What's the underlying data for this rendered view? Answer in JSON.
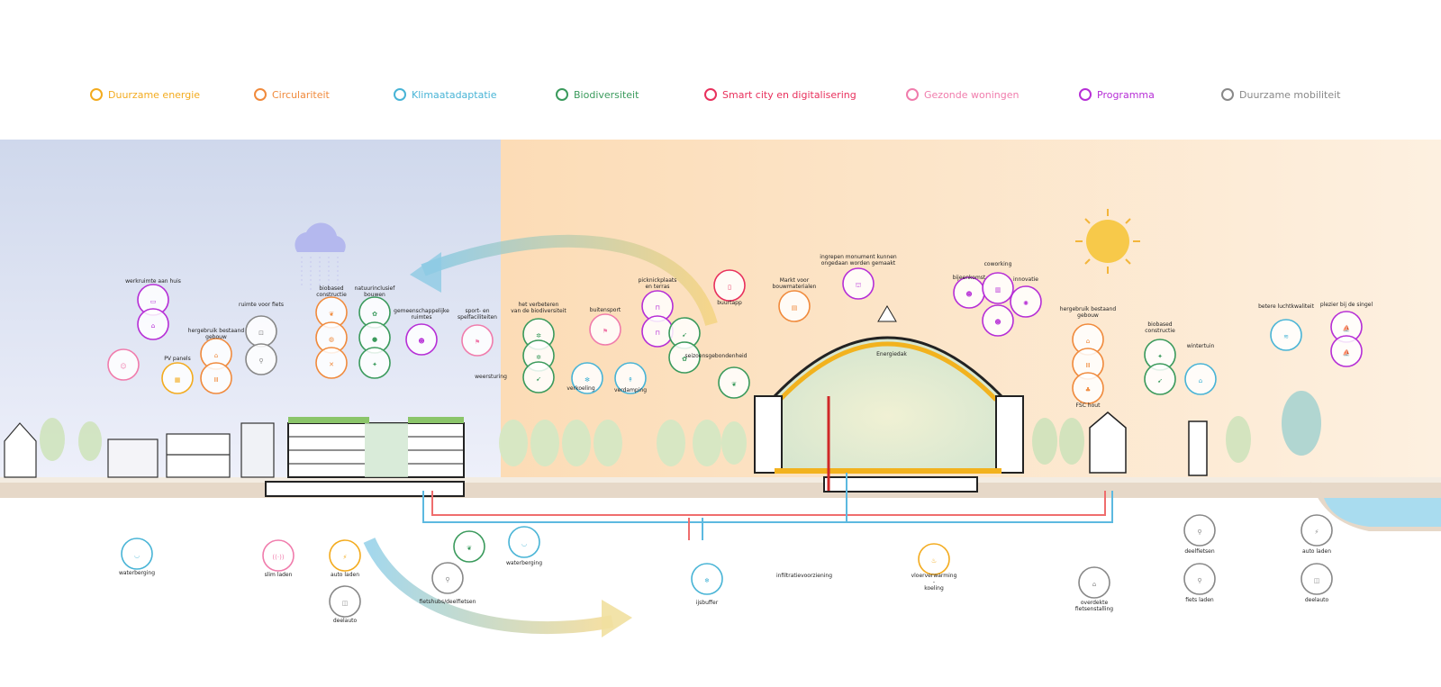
{
  "legend": [
    {
      "label": "Duurzame energie",
      "color": "#f3ab1e"
    },
    {
      "label": "Circulariteit",
      "color": "#f08a3c"
    },
    {
      "label": "Klimaatadaptatie",
      "color": "#48b4d6"
    },
    {
      "label": "Biodiversiteit",
      "color": "#3a9a5c"
    },
    {
      "label": "Smart city en digitalisering",
      "color": "#e8305c"
    },
    {
      "label": "Gezonde woningen",
      "color": "#f07cac"
    },
    {
      "label": "Programma",
      "color": "#b62ed6"
    },
    {
      "label": "Duurzame mobiliteit",
      "color": "#888888"
    }
  ],
  "labels": {
    "werkruimte": "werkruimte aan huis",
    "ruimte_fiets": "ruimte voor fiets",
    "hergebruik_1a": "hergebruik bestaand",
    "hergebruik_1b": "gebouw",
    "pv": "PV panels",
    "biobased_1a": "biobased",
    "biobased_1b": "constructie",
    "natuur_a": "natuurinclusief",
    "natuur_b": "bouwen",
    "gemeensch_a": "gemeenschappelijke",
    "gemeensch_b": "ruimtes",
    "sport_a": "sport- en",
    "sport_b": "spelfaciliteiten",
    "weersturing": "weersturing",
    "biodiv_a": "het verbeteren",
    "biodiv_b": "van de biodiversiteit",
    "buitensport": "buitensport",
    "verkoeling": "verkoeling",
    "verdamping": "verdamping",
    "picknick_a": "picknickplaats",
    "picknick_b": "en terras",
    "buurtapp": "buurtapp",
    "seizoen": "seizoensgebondenheid",
    "markt_a": "Markt voor",
    "markt_b": "bouwmaterialen",
    "ingrepen_a": "ingrepen monument kunnen",
    "ingrepen_b": "ongedaan worden gemaakt",
    "energiedak": "Energiedak",
    "bijeenkomst": "bijeenkomst",
    "coworking": "coworking",
    "innovatie": "innovatie",
    "hergebruik_2a": "hergebruik bestaand",
    "hergebruik_2b": "gebouw",
    "fsc": "FSC hout",
    "biobased_2a": "biobased",
    "biobased_2b": "constructie",
    "wintertuin": "wintertuin",
    "lucht": "betere luchtkwaliteit",
    "plezier": "plezier bij de singel",
    "waterberging_1": "waterberging",
    "slim_laden": "slim laden",
    "auto_laden_1": "auto laden",
    "deelauto_1": "deelauto",
    "fietshubs": "fietshubs/deelfietsen",
    "waterberging_2": "waterberging",
    "ijsbuffer": "ijsbuffer",
    "infiltratie": "infiltratievoorziening",
    "vloer_a": "vloerverwarming",
    "vloer_b": "-",
    "vloer_c": "koeling",
    "overdekte_a": "overdekte",
    "overdekte_b": "fietsenstalling",
    "deelfietsen": "deelfietsen",
    "fiets_laden": "fiets laden",
    "auto_laden_2": "auto laden",
    "deelauto_2": "deelauto"
  },
  "icons": [
    "workspace-table-icon",
    "home-office-icon",
    "head-health-icon",
    "bicycle-parking-icon",
    "bicycle-icon",
    "solar-panel-icon",
    "reuse-building-icon",
    "column-building-icon",
    "leaf-icon",
    "wood-icon",
    "tools-icon",
    "butterfly-icon",
    "bee-icon",
    "dragonfly-icon",
    "community-icon",
    "runner-icon",
    "weather-app-icon",
    "bug-icon",
    "bird-icon",
    "snowflake-icon",
    "evaporation-icon",
    "picnic-table-icon",
    "smartphone-icon",
    "market-icon",
    "monument-icon",
    "meeting-icon",
    "coworking-book-icon",
    "innovation-icon",
    "fsc-tree-icon",
    "greenhouse-icon",
    "air-quality-icon",
    "boat-icon",
    "water-storage-icon",
    "smart-charging-icon",
    "car-charging-icon",
    "shared-car-icon",
    "bike-hub-icon",
    "ice-buffer-icon",
    "floor-heating-icon",
    "covered-bike-storage-icon",
    "shared-bike-icon",
    "bike-charging-icon",
    "sun-icon",
    "cloud-icon"
  ],
  "colors": {
    "sky_left": "#d6dcf0",
    "sky_right": "#fbe3c4",
    "ground": "#e9dccd",
    "dome_roof": "#f2b21e",
    "water": "#a9dcef"
  }
}
